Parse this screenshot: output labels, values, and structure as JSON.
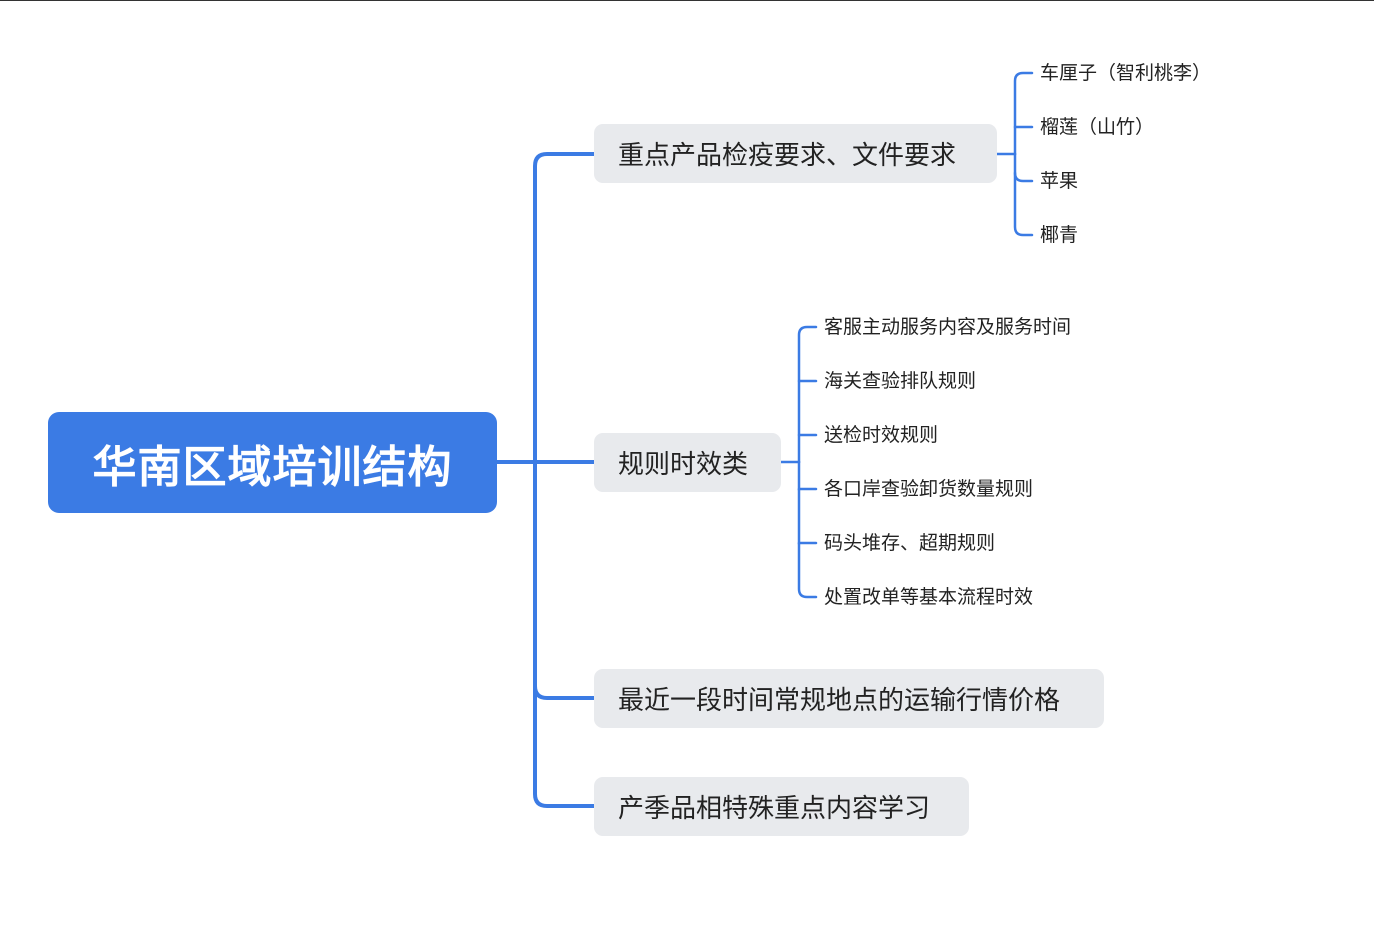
{
  "root": {
    "title": "华南区域培训结构"
  },
  "branches": [
    {
      "label": "重点产品检疫要求、文件要求",
      "children": [
        "车厘子（智利桃李）",
        "榴莲（山竹）",
        "苹果",
        "椰青"
      ]
    },
    {
      "label": "规则时效类",
      "children": [
        "客服主动服务内容及服务时间",
        "海关查验排队规则",
        "送检时效规则",
        "各口岸查验卸货数量规则",
        "码头堆存、超期规则",
        "处置改单等基本流程时效"
      ]
    },
    {
      "label": "最近一段时间常规地点的运输行情价格",
      "children": []
    },
    {
      "label": "产季品相特殊重点内容学习",
      "children": []
    }
  ],
  "colors": {
    "root_background": "#3b7be4",
    "connector": "#3b7be4",
    "branch_background": "#e8eaed",
    "text": "#222222"
  }
}
